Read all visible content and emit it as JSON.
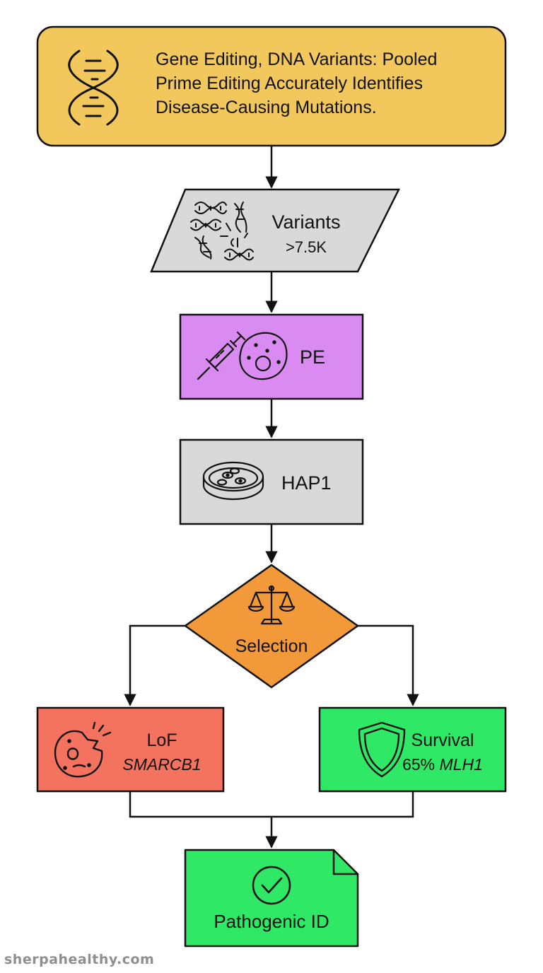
{
  "colors": {
    "title_fill": "#F2C75C",
    "variants_fill": "#D9D9D9",
    "pe_fill": "#DA8BF2",
    "hap1_fill": "#D9D9D9",
    "selection_fill": "#F29A3A",
    "lof_fill": "#F4735E",
    "survival_fill": "#2EE866",
    "pathogenic_fill": "#2EE866",
    "stroke": "#111111"
  },
  "nodes": {
    "title": {
      "lines": [
        "Gene Editing, DNA Variants: Pooled",
        "Prime Editing Accurately Identifies",
        "Disease-Causing Mutations."
      ],
      "icon": "dna-helix-icon"
    },
    "variants": {
      "label": "Variants",
      "sublabel": ">7.5K",
      "icon": "dna-fragments-icon"
    },
    "pe": {
      "label": "PE",
      "icons": [
        "syringe-icon",
        "cell-icon"
      ]
    },
    "hap1": {
      "label": "HAP1",
      "icon": "petri-dish-icon"
    },
    "selection": {
      "label": "Selection",
      "icon": "balance-scale-icon"
    },
    "lof": {
      "label": "LoF",
      "gene": "SMARCB1",
      "icon": "broken-cell-icon"
    },
    "survival": {
      "label": "Survival",
      "percent": "65%",
      "gene": "MLH1",
      "icon": "shield-icon"
    },
    "pathogenic": {
      "label": "Pathogenic ID",
      "icon": "check-circle-icon"
    }
  },
  "watermark": "sherpahealthy.com"
}
